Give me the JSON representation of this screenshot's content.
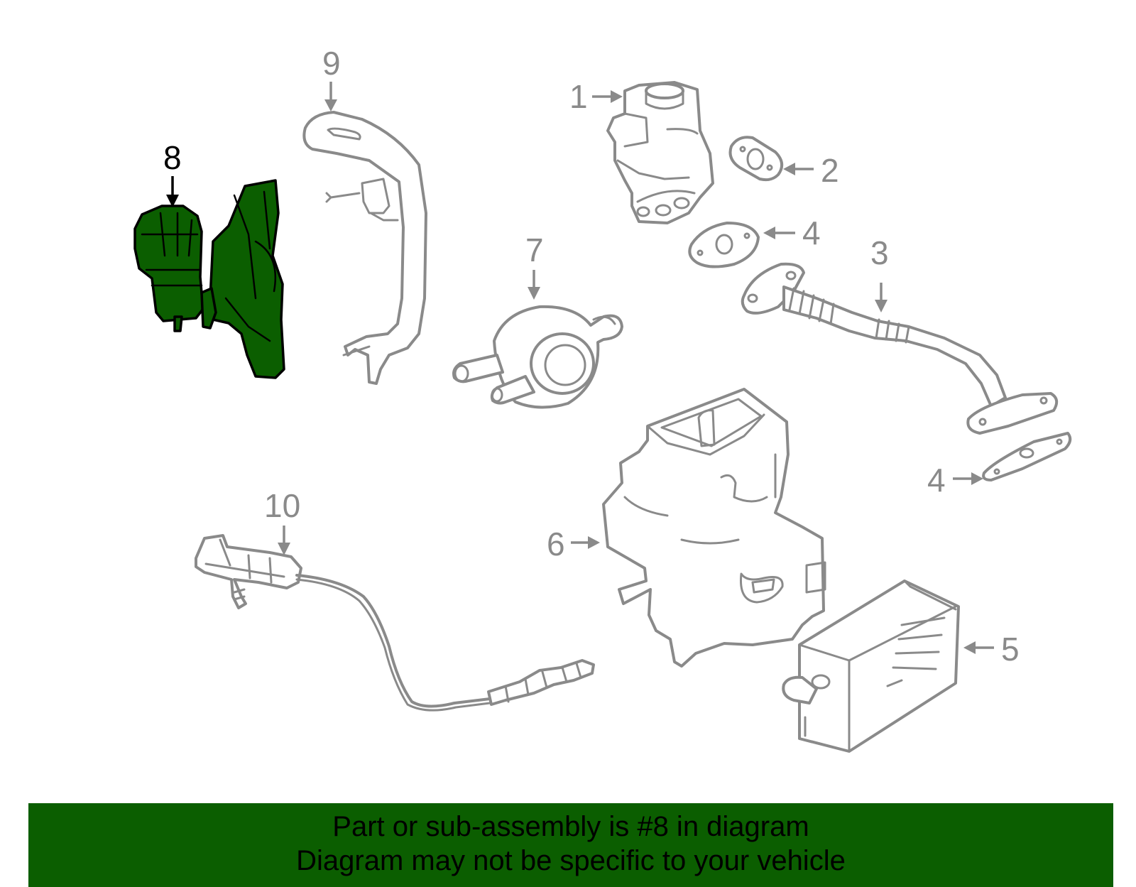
{
  "callouts": {
    "c1": "1",
    "c2": "2",
    "c3": "3",
    "c4a": "4",
    "c4b": "4",
    "c5": "5",
    "c6": "6",
    "c7": "7",
    "c8": "8",
    "c9": "9",
    "c10": "10"
  },
  "highlighted_callout": "8",
  "colors": {
    "highlight": "#0b5e00",
    "line_art": "#8a8a8a",
    "banner": "#0b5e00"
  },
  "banner": {
    "line1": "Part or sub-assembly is #8 in diagram",
    "line2": "Diagram may not be specific to your vehicle"
  }
}
